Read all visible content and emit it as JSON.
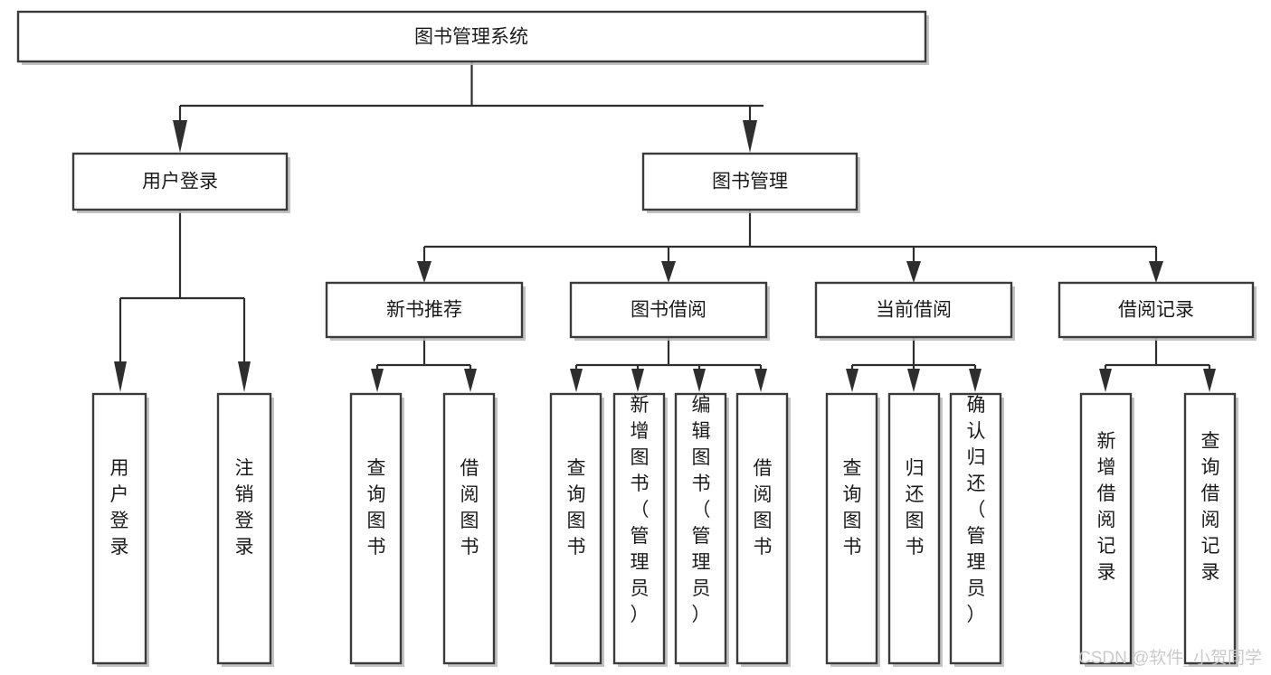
{
  "diagram": {
    "title": "图书管理系统",
    "type": "tree",
    "watermark": "CSDN @软件_小贺同学",
    "colors": {
      "box_fill": "#ffffff",
      "box_stroke": "#3b3b3b",
      "connector": "#2e2e2e",
      "text": "#1b1b1b",
      "watermark": "#c8c8c8",
      "background": "#ffffff"
    },
    "nodes": {
      "root": {
        "label": "图书管理系统",
        "orientation": "horizontal"
      },
      "level2": [
        {
          "id": "user-login",
          "label": "用户登录",
          "orientation": "horizontal"
        },
        {
          "id": "book-manage",
          "label": "图书管理",
          "orientation": "horizontal"
        }
      ],
      "level3": [
        {
          "id": "new-book-rec",
          "label": "新书推荐",
          "orientation": "horizontal"
        },
        {
          "id": "book-borrow",
          "label": "图书借阅",
          "orientation": "horizontal"
        },
        {
          "id": "current-borrow",
          "label": "当前借阅",
          "orientation": "horizontal"
        },
        {
          "id": "borrow-record",
          "label": "借阅记录",
          "orientation": "horizontal"
        }
      ],
      "leaves": [
        {
          "id": "leaf-user-login",
          "label": "用户登录",
          "parent": "user-login",
          "orientation": "vertical"
        },
        {
          "id": "leaf-user-logout",
          "label": "注销登录",
          "parent": "user-login",
          "orientation": "vertical"
        },
        {
          "id": "leaf-query-book-1",
          "label": "查询图书",
          "parent": "new-book-rec",
          "orientation": "vertical"
        },
        {
          "id": "leaf-borrow-book-1",
          "label": "借阅图书",
          "parent": "new-book-rec",
          "orientation": "vertical"
        },
        {
          "id": "leaf-query-book-2",
          "label": "查询图书",
          "parent": "book-borrow",
          "orientation": "vertical"
        },
        {
          "id": "leaf-add-book",
          "label": "新增图书（管理员）",
          "parent": "book-borrow",
          "orientation": "vertical"
        },
        {
          "id": "leaf-edit-book",
          "label": "编辑图书（管理员）",
          "parent": "book-borrow",
          "orientation": "vertical"
        },
        {
          "id": "leaf-borrow-book-2",
          "label": "借阅图书",
          "parent": "book-borrow",
          "orientation": "vertical"
        },
        {
          "id": "leaf-query-book-3",
          "label": "查询图书",
          "parent": "current-borrow",
          "orientation": "vertical"
        },
        {
          "id": "leaf-return-book",
          "label": "归还图书",
          "parent": "current-borrow",
          "orientation": "vertical"
        },
        {
          "id": "leaf-confirm-return",
          "label": "确认归还（管理员）",
          "parent": "current-borrow",
          "orientation": "vertical"
        },
        {
          "id": "leaf-add-record",
          "label": "新增借阅记录",
          "parent": "borrow-record",
          "orientation": "vertical"
        },
        {
          "id": "leaf-query-record",
          "label": "查询借阅记录",
          "parent": "borrow-record",
          "orientation": "vertical"
        }
      ]
    }
  }
}
